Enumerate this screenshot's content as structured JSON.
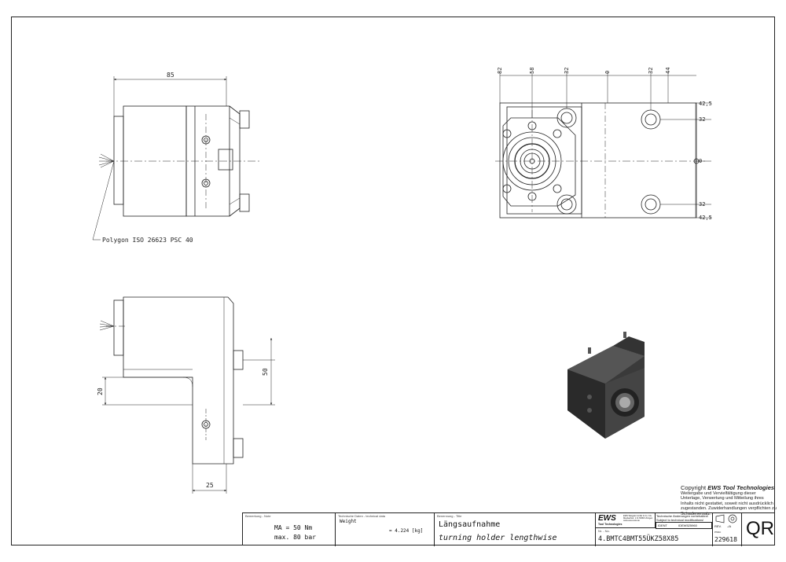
{
  "drawing": {
    "side_view": {
      "dim_width": "85",
      "polygon_note": "Polygon ISO 26623 PSC 40"
    },
    "bottom_view": {
      "dim_height": "50",
      "dim_offset": "20",
      "dim_width": "25"
    },
    "front_view": {
      "top_dims": [
        "82",
        "58",
        "32",
        "0",
        "32",
        "44"
      ],
      "right_dims": [
        "42,5",
        "32",
        "0",
        "32",
        "42,5"
      ]
    }
  },
  "copyright": {
    "title_prefix": "Copyright ",
    "company": "EWS Tool Technologies",
    "text": "Weitergabe und Vervielfältigung dieser Unterlage, Verwertung und Mitteilung ihres Inhalts nicht gestattet, soweit nicht ausdrücklich zugestanden. Zuwiderhandlungen verpflichten zu Schadenersatz."
  },
  "title_block": {
    "remark_label": "Bemerkung - Note",
    "remark_line1": "MA = 50 Nm",
    "remark_line2": "max. 80 bar",
    "tech_label": "Technische Daten - technical data",
    "weight_label": "Weight",
    "weight_value": "= 4.224 [kg]",
    "name_label": "Benennung - Title",
    "title_de": "Längsaufnahme",
    "title_en": "turning holder lengthwise",
    "logo_text": "EWS",
    "logo_sub": "Tool Technologies",
    "company_address": "EWS Weigele GmbH & Co. KG Maybachstr. 1 D-73066 Uhingen www.ews-tools.de",
    "changes_note": "Technische Änderungen vorbehalten! Subject to technical modifications!",
    "ident_label": "IDENT",
    "ident_value": "IDEW525960",
    "rev_label": "REV.",
    "rev_value": "-/A",
    "number_label": "Nr. - No.",
    "part_number": "4.BMTC4BMT55ÜKZ58X85",
    "code_label": "PSNC",
    "code_value": "229618",
    "qr_label": "QR"
  }
}
